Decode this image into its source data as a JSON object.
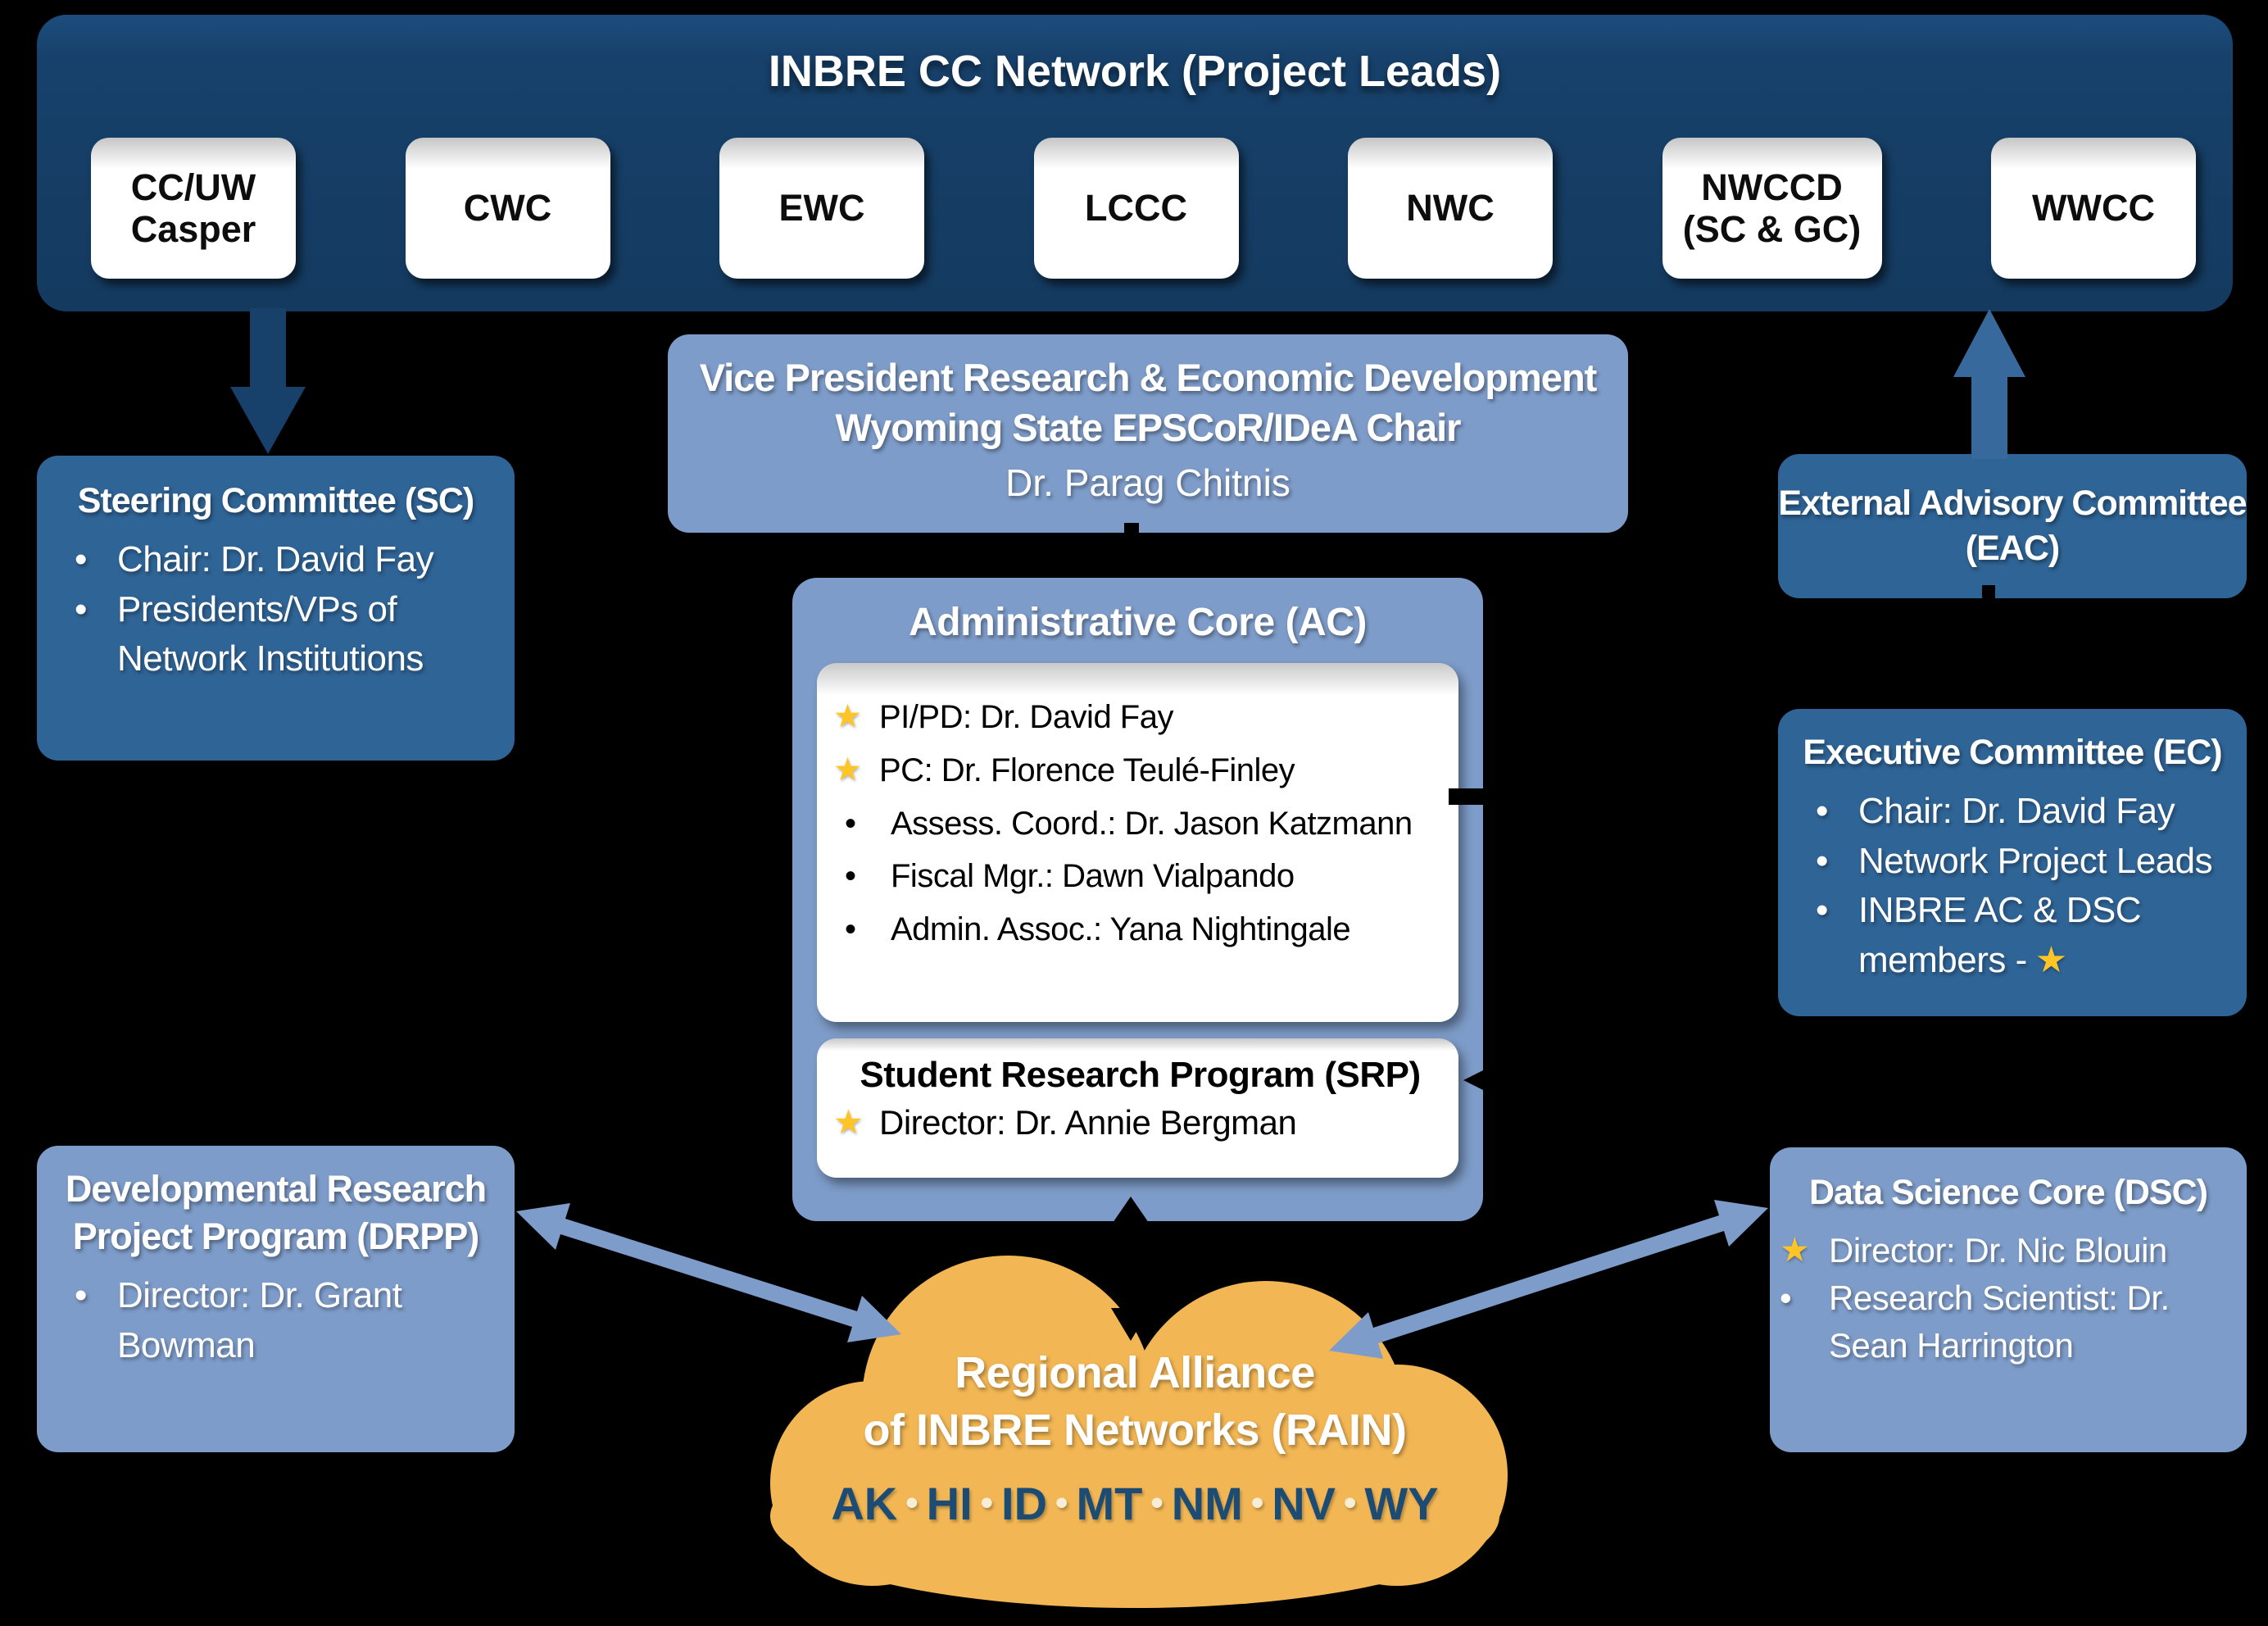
{
  "colors": {
    "navy": "#17416B",
    "medblue": "#2F6496",
    "arrowblue": "#38699D",
    "lightblue": "#7E9CC9",
    "orange": "#F2B654",
    "gold": "#FFC425",
    "statenavy": "#1C4B74",
    "sep": "#F8EED6"
  },
  "icons": {
    "star": "★",
    "bullet": "•",
    "state_separator": "•"
  },
  "banner": {
    "title": "INBRE CC Network (Project Leads)",
    "institutions": [
      "CC/UW Casper",
      "CWC",
      "EWC",
      "LCCC",
      "NWC",
      "NWCCD (SC & GC)",
      "WWCC"
    ]
  },
  "vp": {
    "title_line1": "Vice President Research & Economic Development",
    "title_line2": "Wyoming State EPSCoR/IDeA Chair",
    "name": "Dr. Parag Chitnis"
  },
  "steering_committee": {
    "title": "Steering Committee (SC)",
    "items": [
      {
        "marker": "dot",
        "text": "Chair: Dr. David Fay"
      },
      {
        "marker": "dot",
        "text": "Presidents/VPs of Network Institutions"
      }
    ]
  },
  "external_advisory": {
    "title": "External Advisory Committee (EAC)"
  },
  "admin_core": {
    "title": "Administrative Core (AC)",
    "roster": [
      {
        "marker": "star",
        "text": "PI/PD: Dr. David Fay"
      },
      {
        "marker": "star",
        "text": "PC: Dr. Florence Teulé-Finley"
      },
      {
        "marker": "dot",
        "text": "Assess. Coord.: Dr. Jason Katzmann"
      },
      {
        "marker": "dot",
        "text": "Fiscal Mgr.: Dawn Vialpando"
      },
      {
        "marker": "dot",
        "text": "Admin. Assoc.: Yana Nightingale"
      }
    ]
  },
  "srp": {
    "title": "Student Research Program (SRP)",
    "items": [
      {
        "marker": "star",
        "text": "Director: Dr. Annie Bergman"
      }
    ]
  },
  "executive_committee": {
    "title": "Executive Committee (EC)",
    "items": [
      {
        "marker": "dot",
        "text": "Chair: Dr. David Fay"
      },
      {
        "marker": "dot",
        "text": "Network Project Leads"
      },
      {
        "marker": "dot",
        "text": "INBRE AC & DSC members -",
        "trail_star": true
      }
    ]
  },
  "drpp": {
    "title": "Developmental Research Project Program (DRPP)",
    "items": [
      {
        "marker": "dot",
        "text": "Director: Dr. Grant Bowman"
      }
    ]
  },
  "dsc": {
    "title": "Data Science Core (DSC)",
    "items": [
      {
        "marker": "star",
        "text": "Director: Dr. Nic Blouin"
      },
      {
        "marker": "dot",
        "text": "Research Scientist: Dr. Sean Harrington"
      }
    ]
  },
  "rain": {
    "line1": "Regional Alliance",
    "line2": "of INBRE Networks (RAIN)",
    "states": [
      "AK",
      "HI",
      "ID",
      "MT",
      "NM",
      "NV",
      "WY"
    ]
  }
}
